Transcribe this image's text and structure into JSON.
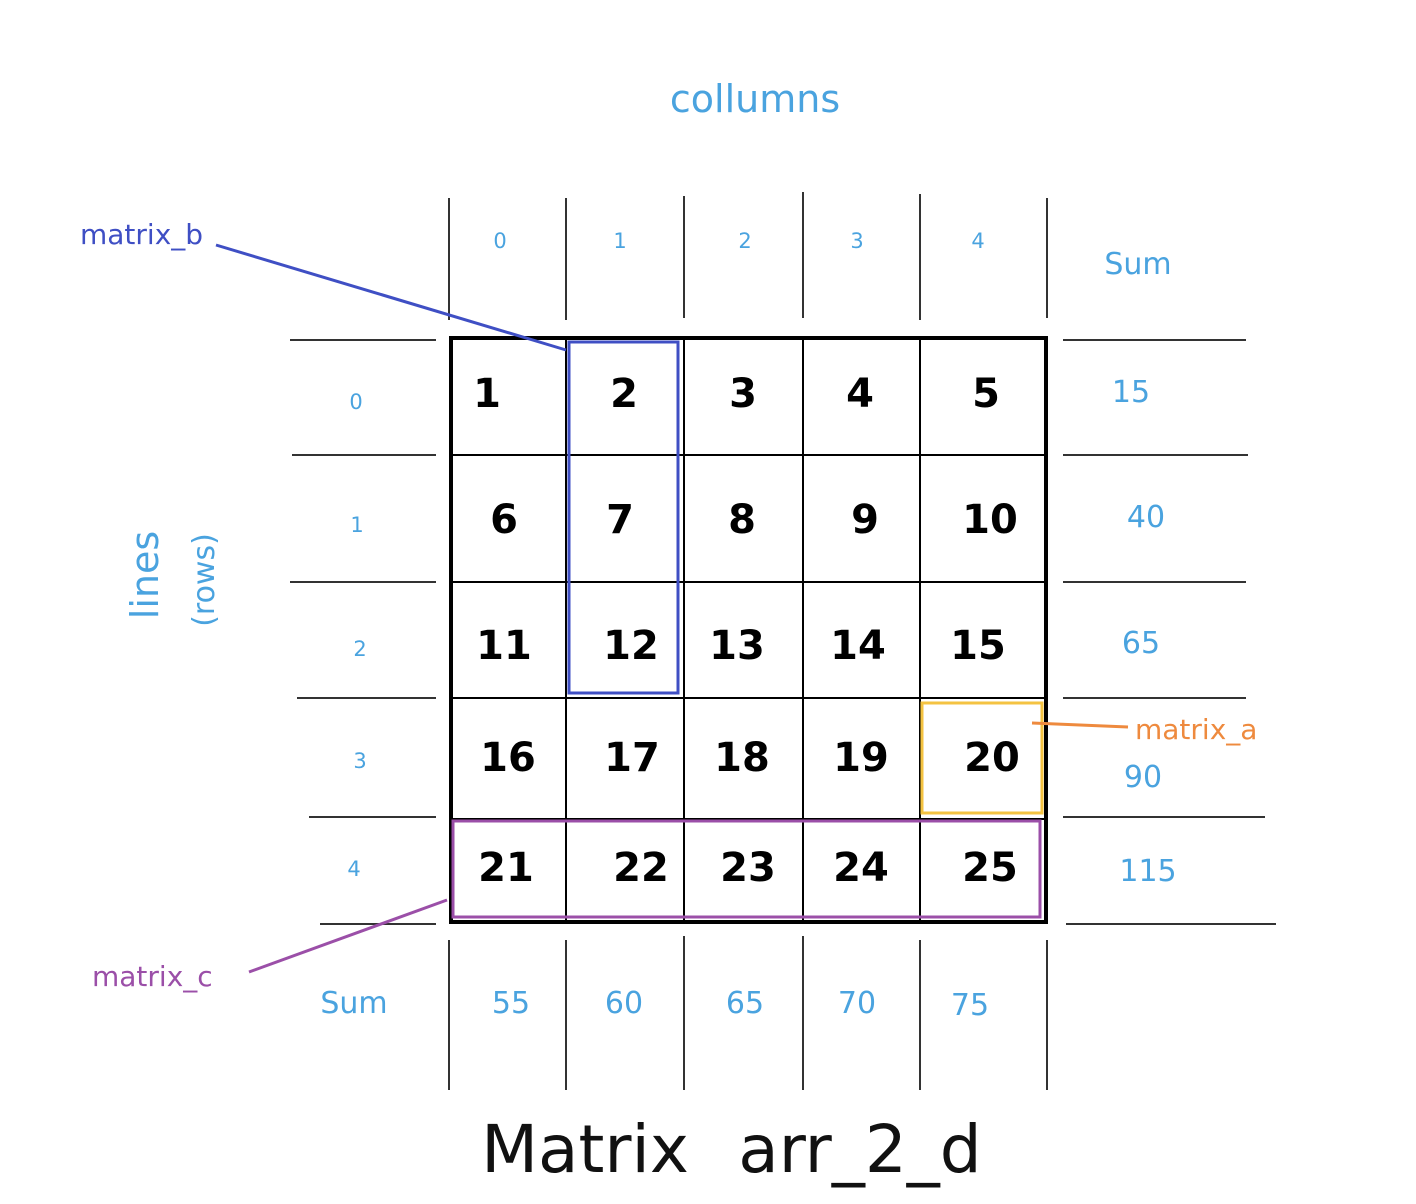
{
  "header": {
    "columns_label": "collumns",
    "sum_label": "Sum"
  },
  "side": {
    "lines_label": "lines",
    "rows_label": "(rows)"
  },
  "col_indices": [
    "0",
    "1",
    "2",
    "3",
    "4"
  ],
  "row_indices": [
    "0",
    "1",
    "2",
    "3",
    "4"
  ],
  "cells": [
    [
      "1",
      "2",
      "3",
      "4",
      "5"
    ],
    [
      "6",
      "7",
      "8",
      "9",
      "10"
    ],
    [
      "11",
      "12",
      "13",
      "14",
      "15"
    ],
    [
      "16",
      "17",
      "18",
      "19",
      "20"
    ],
    [
      "21",
      "22",
      "23",
      "24",
      "25"
    ]
  ],
  "row_sums": [
    "15",
    "40",
    "65",
    "90",
    "115"
  ],
  "bottom": {
    "sum_label": "Sum"
  },
  "col_sums": [
    "55",
    "60",
    "65",
    "70",
    "75"
  ],
  "annotations": {
    "matrix_a": {
      "label": "matrix_a",
      "color": "#ee8a3e",
      "box_color": "#f4c342"
    },
    "matrix_b": {
      "label": "matrix_b",
      "color": "#3f4fc4"
    },
    "matrix_c": {
      "label": "matrix_c",
      "color": "#9b4fa8"
    }
  },
  "title": {
    "word": "Matrix",
    "name": "arr_2_d"
  }
}
